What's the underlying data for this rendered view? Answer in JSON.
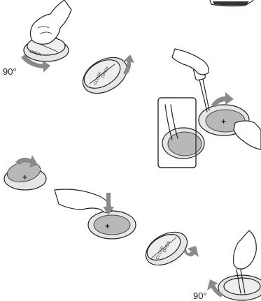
{
  "labels": {
    "open": "OPEN",
    "close": "CLOSE",
    "angle_top": "90°",
    "angle_bottom": "90°",
    "plus_1": "+",
    "plus_2": "+",
    "plus_3": "+"
  },
  "colors": {
    "arrow": "#8a8a8a",
    "battery": "#b8b8b8",
    "ink": "#222222"
  }
}
